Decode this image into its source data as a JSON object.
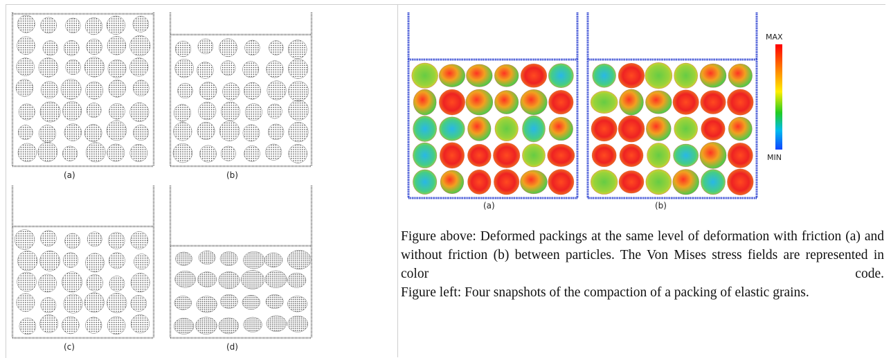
{
  "left_figure": {
    "panel_labels": [
      "(a)",
      "(b)",
      "(c)",
      "(d)"
    ]
  },
  "right_figure": {
    "panel_labels": [
      "(a)",
      "(b)"
    ],
    "colorbar": {
      "max_label": "MAX",
      "min_label": "MIN",
      "colors": [
        "#ff0000",
        "#ff8800",
        "#ffee00",
        "#22cc22",
        "#00bbee",
        "#1144ff"
      ]
    }
  },
  "caption": {
    "above": "Figure above: Deformed packings at the same level of deformation with friction (a) and without friction (b) between particles. The Von Mises stress fields are represented in color code.",
    "left": "Figure left: Four snapshots of the compaction of a packing of elastic grains."
  },
  "colors": {
    "wall_gray": "#7a7a7a",
    "wall_blue": "#2a3fd0"
  }
}
